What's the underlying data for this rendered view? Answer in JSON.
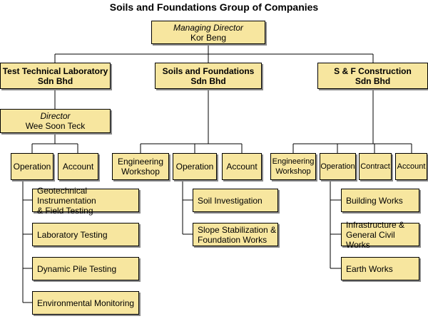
{
  "title": "Soils and Foundations Group of Companies",
  "managing_director": {
    "role": "Managing Director",
    "name": "Kor Beng"
  },
  "companies": {
    "ttl": {
      "line1": "Test Technical Laboratory",
      "line2": "Sdn Bhd"
    },
    "sf": {
      "line1": "Soils and Foundations",
      "line2": "Sdn Bhd"
    },
    "sfc": {
      "line1": "S & F Construction",
      "line2": "Sdn Bhd"
    }
  },
  "director": {
    "role": "Director",
    "name": "Wee Soon Teck"
  },
  "ttl_units": {
    "operation": "Operation",
    "account": "Account"
  },
  "ttl_ops": [
    {
      "line1": "Geotechnical Instrumentation",
      "line2": "& Field Testing"
    },
    {
      "line1": "Laboratory Testing"
    },
    {
      "line1": "Dynamic Pile Testing"
    },
    {
      "line1": "Environmental Monitoring"
    }
  ],
  "sf_units": {
    "eng_line1": "Engineering",
    "eng_line2": "Workshop",
    "operation": "Operation",
    "account": "Account"
  },
  "sf_ops": [
    {
      "line1": "Soil Investigation"
    },
    {
      "line1": "Slope Stabilization &",
      "line2": "Foundation Works"
    }
  ],
  "sfc_units": {
    "eng_line1": "Engineering",
    "eng_line2": "Workshop",
    "operation": "Operation",
    "contract": "Contract",
    "account": "Account"
  },
  "sfc_ops": [
    {
      "line1": "Building Works"
    },
    {
      "line1": "Infrastructure &",
      "line2": "General Civil Works"
    },
    {
      "line1": "Earth Works"
    }
  ]
}
